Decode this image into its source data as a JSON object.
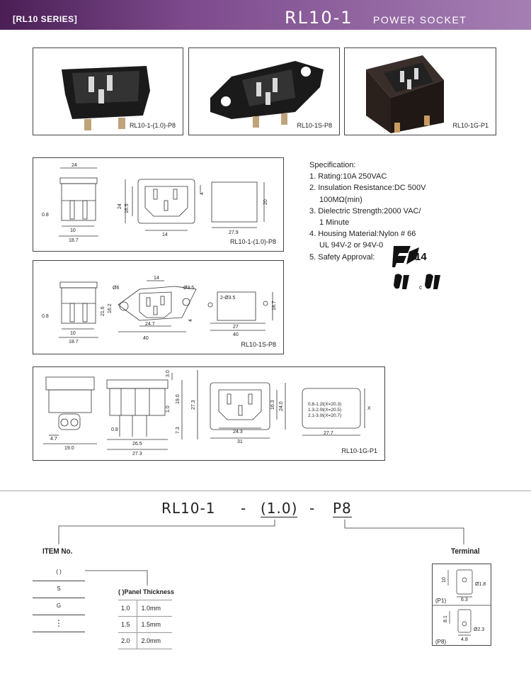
{
  "header": {
    "series": "[RL10 SERIES]",
    "model": "RL10-1",
    "product": "POWER SOCKET"
  },
  "photos": [
    {
      "caption": "RL10-1-(1.0)-P8"
    },
    {
      "caption": "RL10-1S-P8"
    },
    {
      "caption": "RL10-1G-P1"
    }
  ],
  "drawings": {
    "d1": {
      "caption": "RL10-1-(1.0)-P8",
      "dims": {
        "w_top": "24",
        "h_left": "24",
        "h_inner": "16.5",
        "w_bot": "14",
        "side_h": "4",
        "panel_w": "27.9",
        "panel_h": "20",
        "left_a": "0.8",
        "left_b": "10",
        "left_c": "18.7"
      }
    },
    "d2": {
      "caption": "RL10-1S-P8",
      "dims": {
        "w_top": "14",
        "d1": "Ø6",
        "d2": "Ø3.5",
        "h_left": "21.6",
        "h_inner": "16.2",
        "w_inner": "24.7",
        "w_outer": "40",
        "side_h": "4",
        "hole_label": "2-Ø3.5",
        "pitch": "27",
        "panel_w": "40",
        "panel_h": "18.7",
        "left_a": "0.8",
        "left_b": "10",
        "left_c": "18.7"
      }
    },
    "d3": {
      "caption": "RL10-1G-P1",
      "dims": {
        "a": "4.7",
        "b": "19.0",
        "c": "3.0",
        "d": "19.0",
        "e": "27.3",
        "f": "1.0",
        "g": "7.3",
        "h": "0.8",
        "i": "26.5",
        "j": "27.3",
        "k": "16.3",
        "l": "24.0",
        "m": "24.3",
        "n": "31",
        "o": "27.7",
        "x": "X"
      },
      "note_lines": [
        "0.8-1.2t(X=20.3)",
        "1.3-2.0t(X=20.5)",
        "2.1-3.0t(X=20.7)"
      ]
    }
  },
  "spec": {
    "title": "Specification:",
    "lines": [
      {
        "text": "1. Rating:10A  250VAC",
        "indent": false
      },
      {
        "text": "2. Insulation Resistance:DC 500V",
        "indent": false
      },
      {
        "text": "100MΩ(min)",
        "indent": true
      },
      {
        "text": "3. Dielectric Strength:2000 VAC/",
        "indent": false
      },
      {
        "text": "1 Minute",
        "indent": true
      },
      {
        "text": "4. Housing Material:Nylon # 66",
        "indent": false
      },
      {
        "text": "UL 94V-2 or 94V-0",
        "indent": true
      },
      {
        "text": "5. Safety Approval:",
        "indent": false
      }
    ],
    "enec_number": "14"
  },
  "ordering": {
    "part1": "RL10-1",
    "dash1": "-",
    "part2": "(1.0)",
    "dash2": "-",
    "part3": "P8",
    "item_title": "ITEM No.",
    "items": [
      "( )",
      "S",
      "G",
      "⋮"
    ],
    "terminal_title": "Terminal",
    "thickness_title": "( )Panel Thickness",
    "thickness": [
      {
        "code": "1.0",
        "value": "1.0mm"
      },
      {
        "code": "1.5",
        "value": "1.5mm"
      },
      {
        "code": "2.0",
        "value": "2.0mm"
      }
    ],
    "terminals": [
      {
        "label": "(P1)",
        "h": "10",
        "d": "Ø1.8",
        "w": "6.3"
      },
      {
        "label": "(P8)",
        "h": "8.1",
        "d": "Ø2.3",
        "w": "4.8"
      }
    ]
  }
}
